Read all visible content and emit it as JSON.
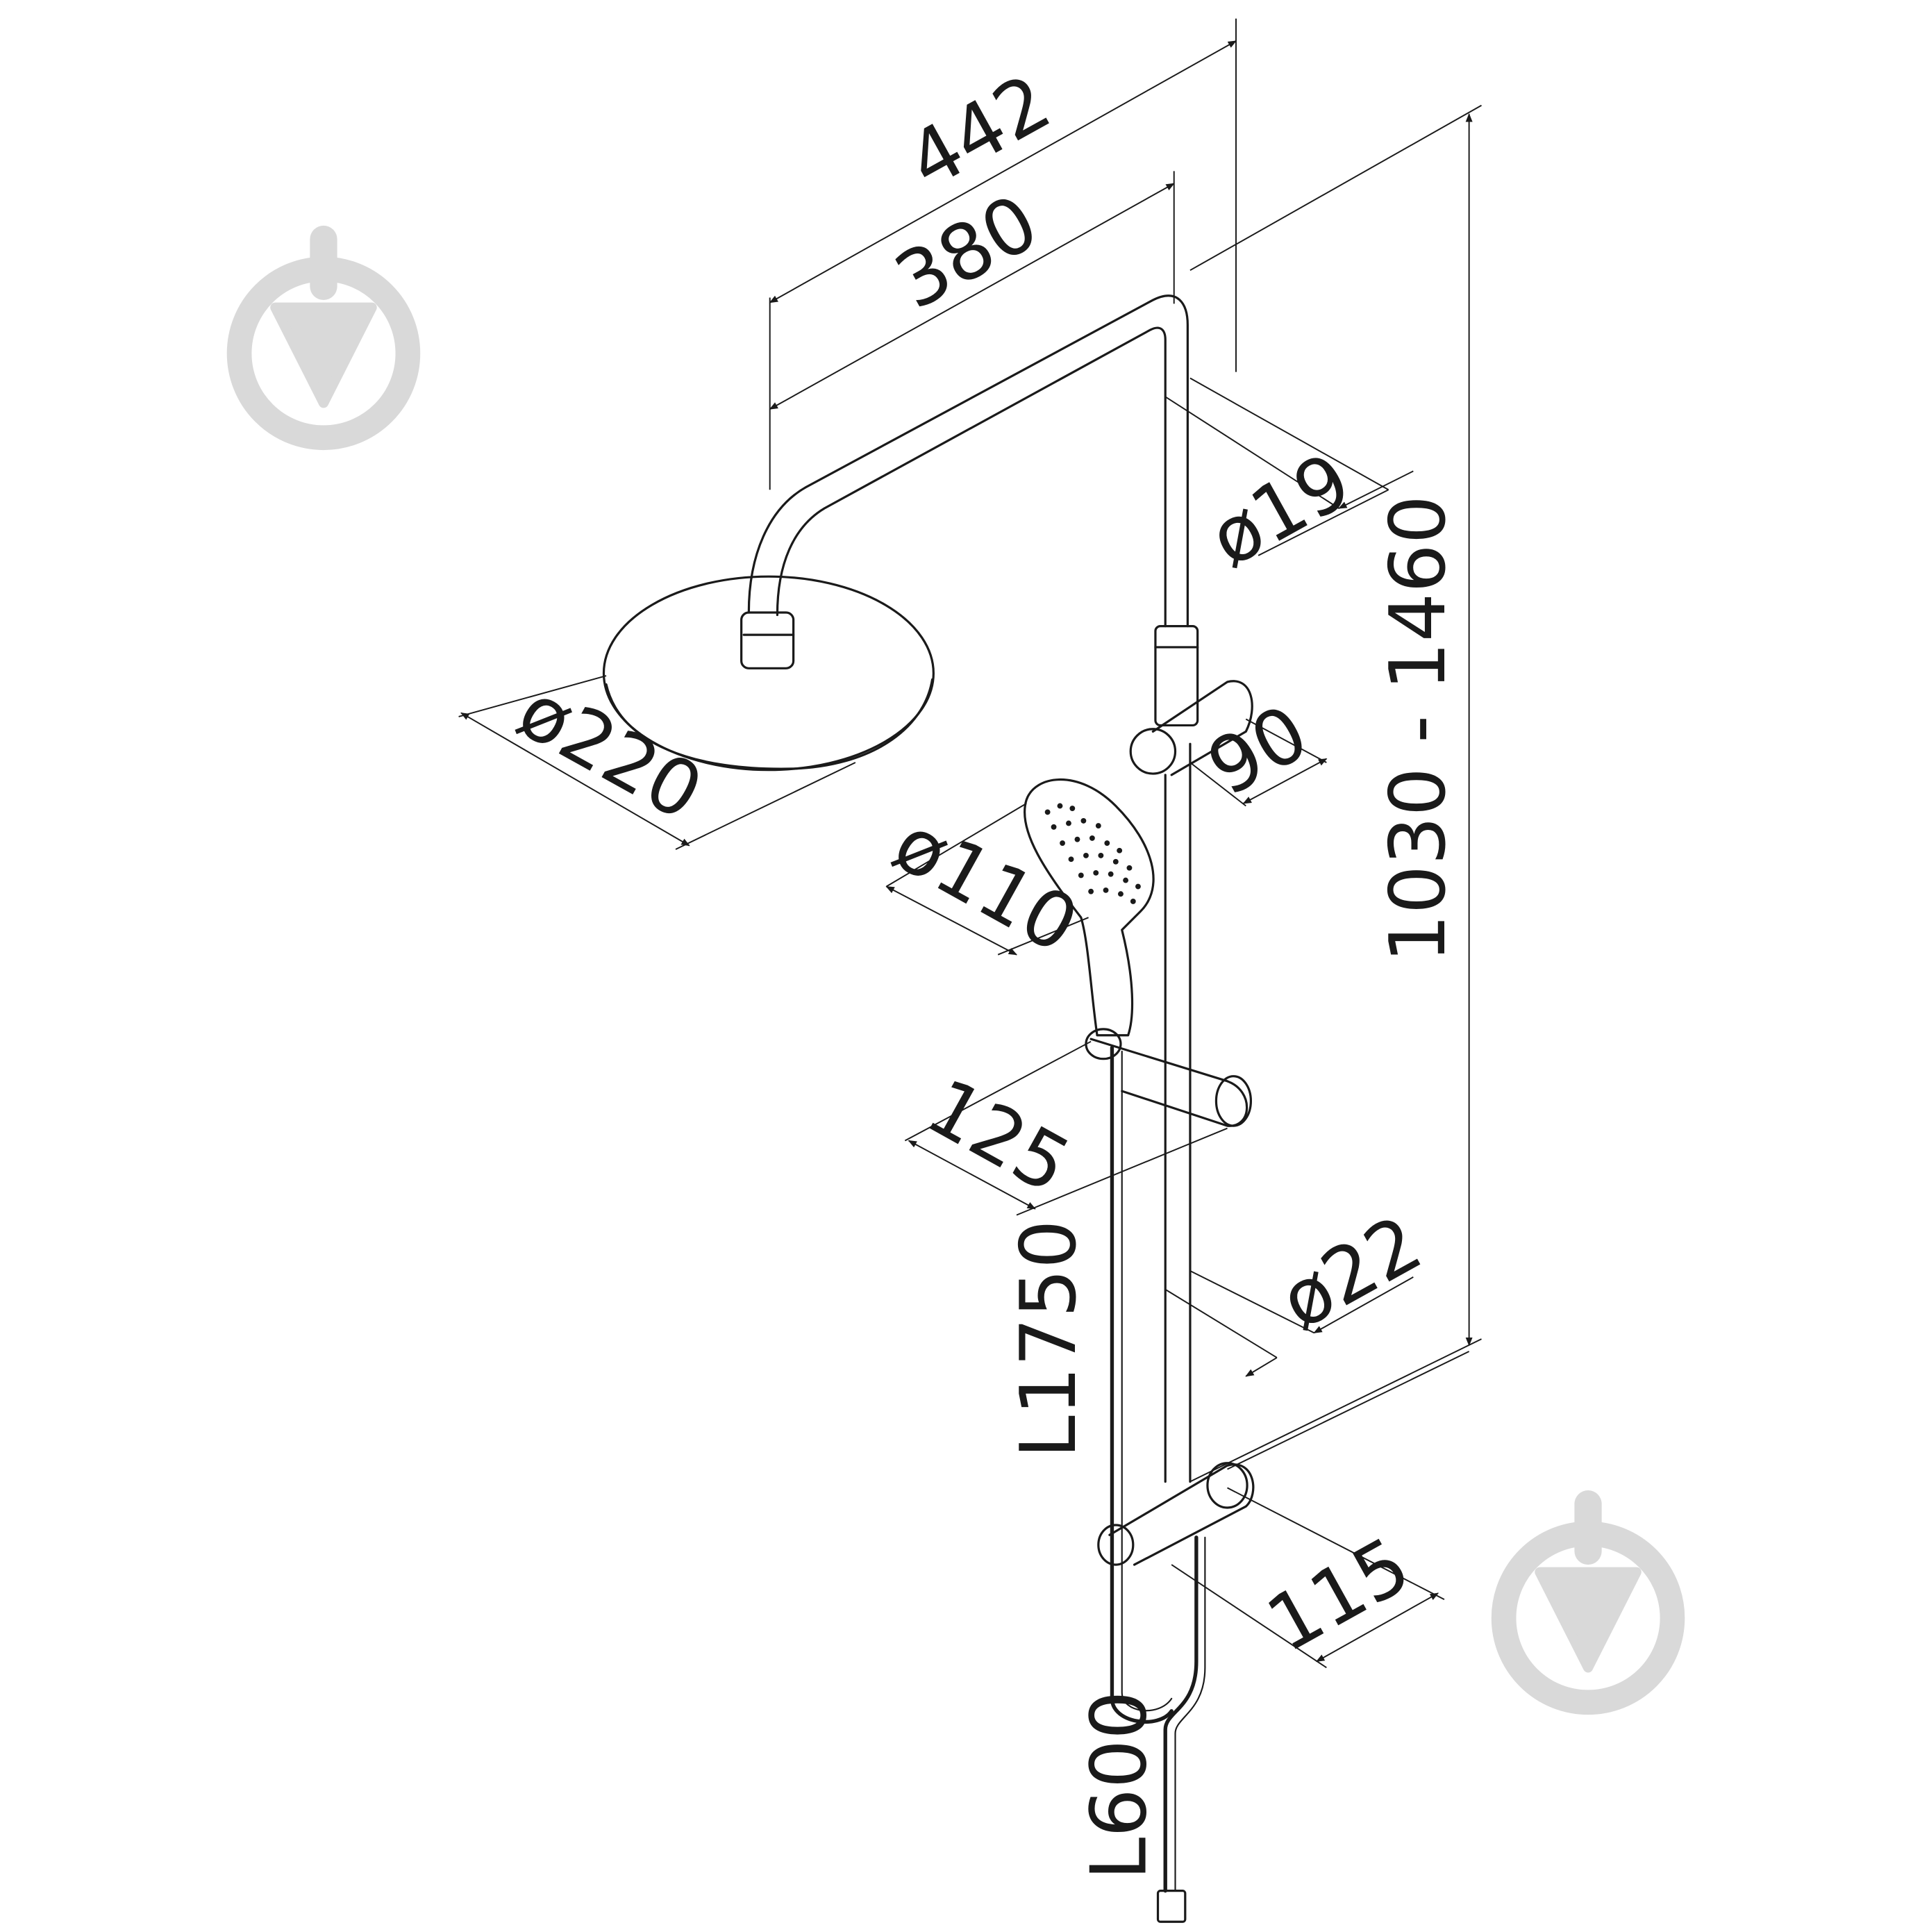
{
  "dimensions": {
    "total_reach": "442",
    "arm_length": "380",
    "pipe_diameter_top": "ø19",
    "height_range": "1030 - 1460",
    "head_diameter": "ø220",
    "holder_projection": "90",
    "hand_shower_diameter": "ø110",
    "slider_projection": "125",
    "pipe_diameter_bottom": "ø22",
    "hose_length_hand": "L1750",
    "bottom_bracket_projection": "115",
    "hose_length_supply": "L600"
  },
  "colors": {
    "line": "#1a1a1a",
    "watermark": "#d9d9d9"
  },
  "icons": [
    "watermark-logo-icon"
  ]
}
